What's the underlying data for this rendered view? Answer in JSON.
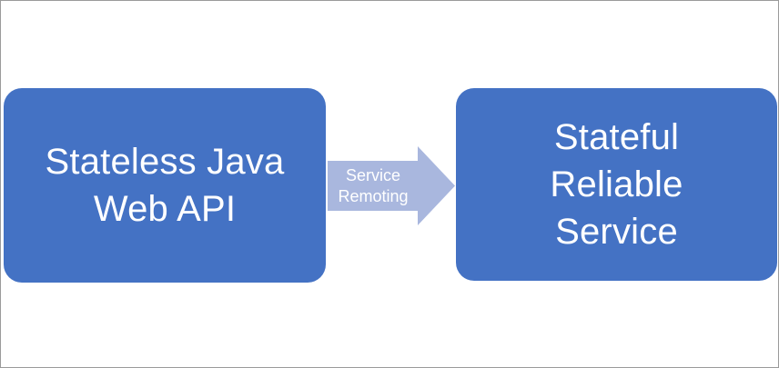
{
  "diagram": {
    "left_box": {
      "lines": [
        "Stateless Java",
        "Web API"
      ]
    },
    "connector": {
      "type": "right-arrow",
      "label_lines": [
        "Service",
        "Remoting"
      ]
    },
    "right_box": {
      "lines": [
        "Stateful",
        "Reliable",
        "Service"
      ]
    }
  },
  "colors": {
    "box_fill": "#4472C4",
    "box_text": "#FFFFFF",
    "arrow_fill": "#A9B7DE",
    "arrow_text": "#FFFFFF",
    "canvas_background": "#FFFFFF",
    "frame_border": "#9A9A9A"
  }
}
